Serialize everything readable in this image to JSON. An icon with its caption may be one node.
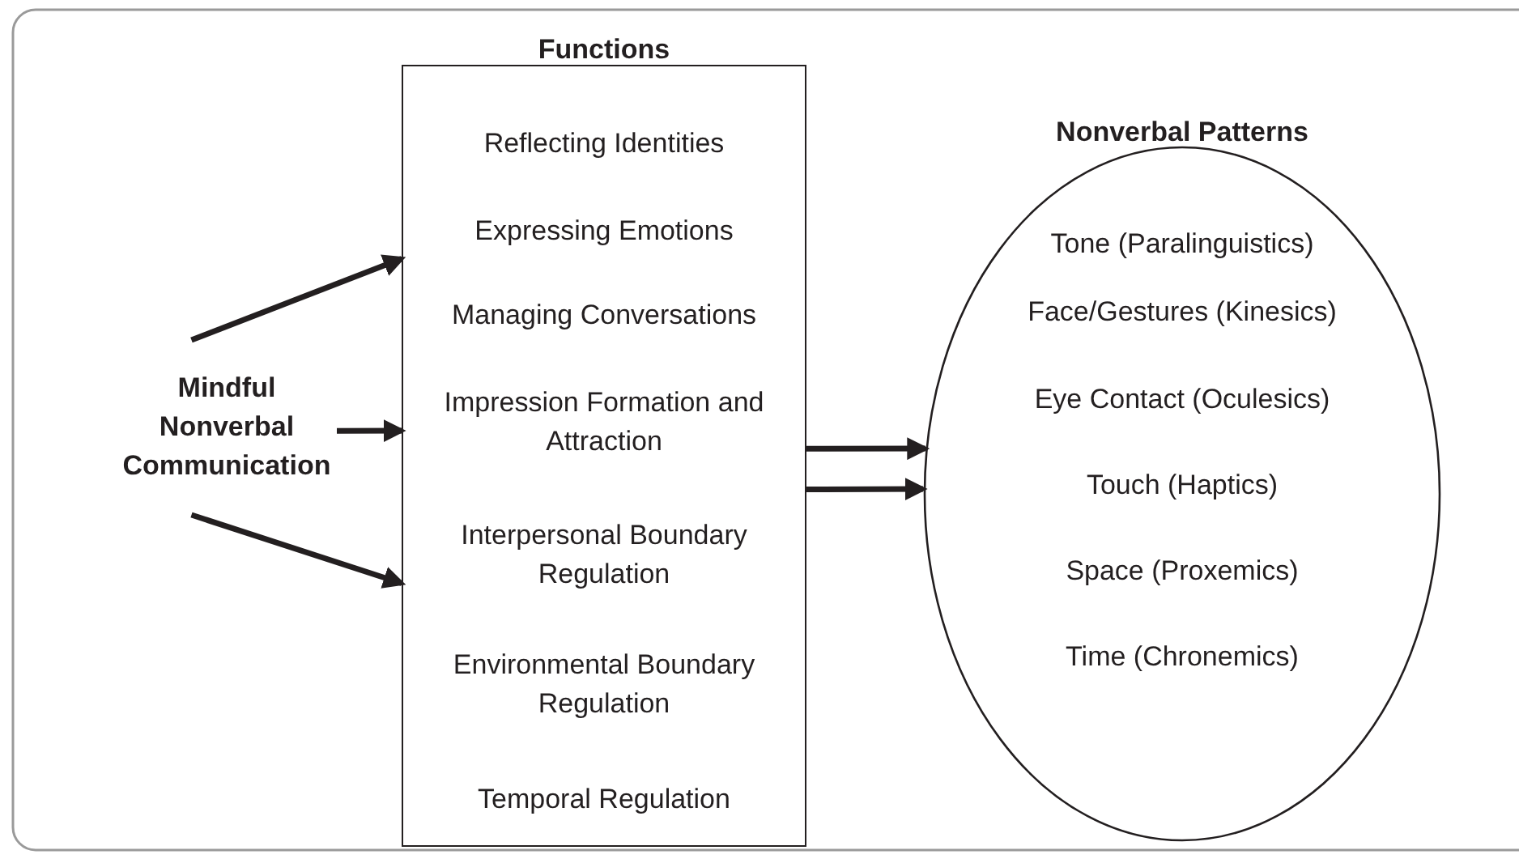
{
  "diagram": {
    "nodes": [
      {
        "text": [
          "Mindful Nonverbal Communication"
        ]
      },
      {
        "text": [
          "Functions",
          "Reflecting Identities",
          "Expressing Emotions",
          "Managing Conversations",
          "Impression Formation and Attraction",
          "Interpersonal Boundary Regulation",
          "Environmental Boundary Regulation",
          "Temporal Regulation"
        ]
      },
      {
        "text": [
          "Nonverbal Patterns",
          "Tone (Paralinguistics)",
          "Face/Gestures (Kinesics)",
          "Eye Contact (Oculesics)",
          "Touch (Haptics)",
          "Space (Proxemics)",
          "Time (Chronemics)"
        ]
      }
    ],
    "edges": [
      {
        "from": 0,
        "to": 1,
        "arrow": "to"
      },
      {
        "from": 0,
        "to": 1,
        "arrow": "to"
      },
      {
        "from": 0,
        "to": 1,
        "arrow": "to"
      },
      {
        "from": 1,
        "to": 2,
        "arrow": "to"
      },
      {
        "from": 1,
        "to": 2,
        "arrow": "to"
      }
    ]
  }
}
